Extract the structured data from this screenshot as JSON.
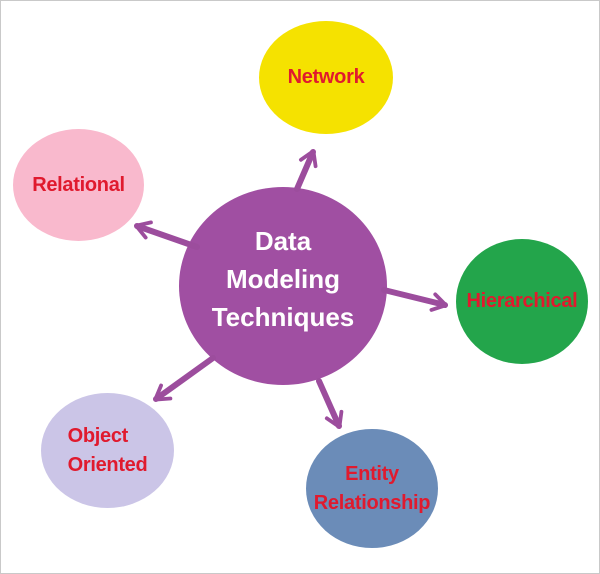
{
  "diagram": {
    "title": "Data Modeling Techniques",
    "center_node": {
      "id": "data-modeling-techniques",
      "lines": [
        "Data",
        "Modeling",
        "Techniques"
      ],
      "fill": "#a04fa2",
      "text_color": "#ffffff"
    },
    "nodes": [
      {
        "id": "network",
        "lines": [
          "Network"
        ],
        "fill": "#f5e200"
      },
      {
        "id": "relational",
        "lines": [
          "Relational"
        ],
        "fill": "#f9b9cd"
      },
      {
        "id": "hierarchical",
        "lines": [
          "Hierarchical"
        ],
        "fill": "#23a54b"
      },
      {
        "id": "object-oriented",
        "lines": [
          "Object",
          "Oriented"
        ],
        "fill": "#cbc5e7"
      },
      {
        "id": "entity-relationship",
        "lines": [
          "Entity",
          "Relationship"
        ],
        "fill": "#6b8cb8"
      }
    ],
    "label_color": "#e01a2e",
    "arrow_color": "#9c4d9d",
    "background": "#ffffff"
  }
}
